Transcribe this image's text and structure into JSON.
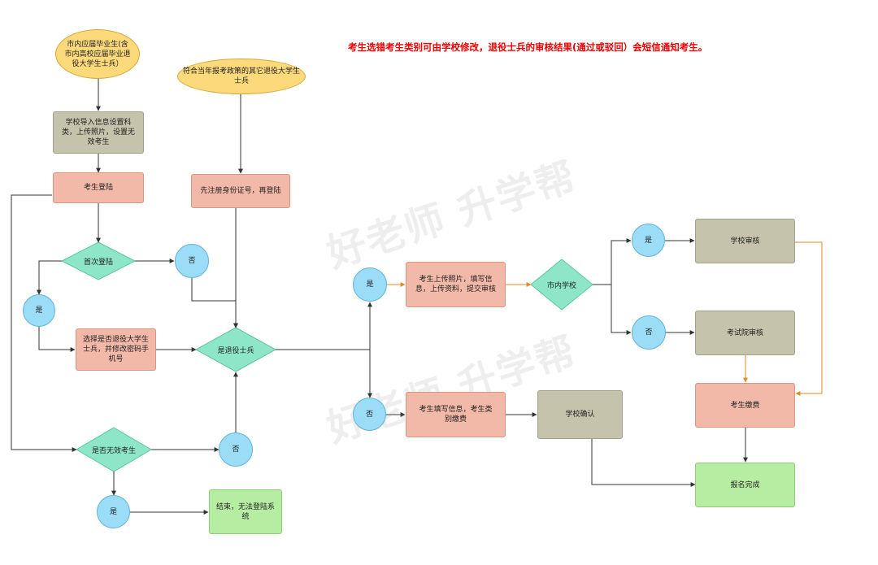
{
  "notice": "考生选错考生类别可由学校修改，退役士兵的审核结果(通过或驳回）会短信通知考生。",
  "watermark": "好老师 升学帮",
  "nodes": {
    "start_grad": "市内应届毕业生(含市内高校应届毕业退役大学生士兵）",
    "start_other": "符合当年报考政策的其它退役大学生士兵",
    "school_import": "学校导入信息设置科类，上传照片，设置无效考生",
    "login": "考生登陆",
    "register_id": "先注册身份证号，再登陆",
    "first_login": "首次登陆",
    "no_1": "否",
    "yes_1": "是",
    "select_soldier": "选择是否退役大学生士兵，并修改密码手机号",
    "is_soldier": "是退役士兵",
    "invalid_check": "是否无效考生",
    "no_2": "否",
    "yes_2": "是",
    "end_blocked": "结束，无法登陆系统",
    "yes_3": "是",
    "no_3": "否",
    "upload_info": "考生上传照片，填写信息，上传资料，提交审核",
    "fill_info": "考生填写信息，考生类别缴费",
    "city_school": "市内学校",
    "school_confirm": "学校确认",
    "yes_4": "是",
    "no_4": "否",
    "school_review": "学校审核",
    "exam_review": "考试院审核",
    "payment": "考生缴费",
    "done": "报名完成"
  }
}
